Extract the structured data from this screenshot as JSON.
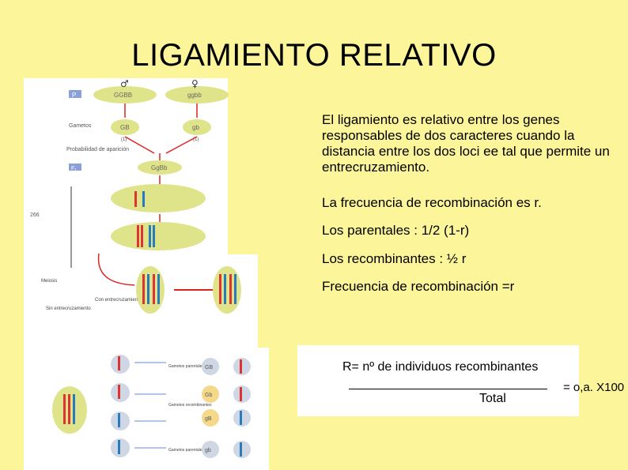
{
  "slide": {
    "title": "LIGAMIENTO RELATIVO",
    "paragraphs": [
      "El ligamiento es relativo entre los genes responsables de dos caracteres cuando la distancia entre los dos loci ee tal que permite un entrecruzamiento.",
      "La frecuencia de recombinación es r.",
      "Los parentales : 1/2 (1-r)",
      "Los recombinantes : ½ r",
      "Frecuencia de recombinación =r"
    ],
    "formula": {
      "numerator": "R= nº de individuos recombinantes",
      "denominator": "Total",
      "result": "= o,a. X100"
    }
  },
  "figure": {
    "symbols": {
      "male": "♂",
      "female": "♀"
    },
    "labels": {
      "p": "P",
      "gametos": "Gametos",
      "prob": "Probabilidad de aparición",
      "f1": "F₁",
      "page": "266",
      "con": "Con entrecruzamiento",
      "sin": "Sin entrecruzamiento",
      "meiosis": "Meiosis",
      "parentales1": "Gametos parentales",
      "recomb": "Gametos recombinantes",
      "parentales2": "Gametos parentales"
    },
    "genotypes": {
      "p_male": "GGBB",
      "p_female": "ggbb",
      "gam_male": "GB",
      "gam_female": "gb",
      "f1": "GgBb",
      "gam_right": [
        "GB",
        "Gb",
        "gB",
        "gb"
      ],
      "gam_prob": "(1)"
    },
    "colors": {
      "ellipse": "#dfe48a",
      "arrow": "#d22",
      "red_chrom": "#d33",
      "blue_chrom": "#2a7bbd"
    }
  }
}
